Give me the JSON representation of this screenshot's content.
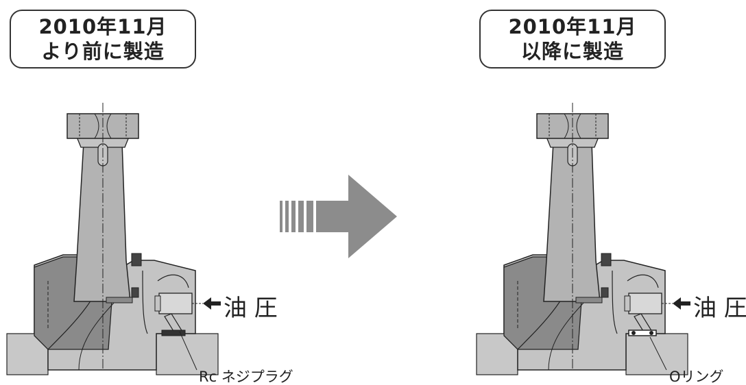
{
  "left_panel": {
    "date": "2010年11月",
    "caption": "より前に製造",
    "pressure_label": "油 圧",
    "part_label": "Rc ネジプラグ"
  },
  "right_panel": {
    "date": "2010年11月",
    "caption": "以降に製造",
    "pressure_label": "油 圧",
    "part_label": "Oリング"
  },
  "colors": {
    "body_fill": "#b3b3b3",
    "dark_fill": "#8a8a8a",
    "base_fill": "#c8c8c8",
    "line": "#222222",
    "arrow": "#8c8c8c"
  }
}
